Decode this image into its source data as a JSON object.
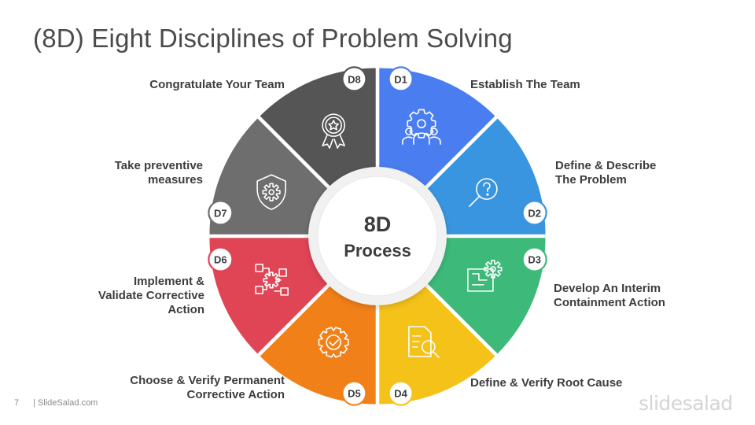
{
  "title": "(8D) Eight Disciplines of Problem Solving",
  "center": {
    "line1": "8D",
    "line2": "Process"
  },
  "steps": [
    {
      "code": "D1",
      "label_lines": [
        "Establish The Team"
      ],
      "color": "#4a7ef0",
      "icon": "team-gear-icon"
    },
    {
      "code": "D2",
      "label_lines": [
        "Define & Describe",
        "The Problem"
      ],
      "color": "#3a95e0",
      "icon": "magnifier-question-icon"
    },
    {
      "code": "D3",
      "label_lines": [
        "Develop  An Interim",
        "Containment Action"
      ],
      "color": "#3dba7a",
      "icon": "blueprint-gear-icon"
    },
    {
      "code": "D4",
      "label_lines": [
        "Define & Verify Root Cause"
      ],
      "color": "#f5c21a",
      "icon": "document-search-icon"
    },
    {
      "code": "D5",
      "label_lines": [
        "Choose & Verify Permanent",
        "Corrective Action"
      ],
      "color": "#f28019",
      "icon": "gear-check-icon"
    },
    {
      "code": "D6",
      "label_lines": [
        "Implement &",
        "Validate Corrective",
        "Action"
      ],
      "color": "#e04556",
      "icon": "workflow-icon"
    },
    {
      "code": "D7",
      "label_lines": [
        "Take preventive",
        "measures"
      ],
      "color": "#6e6e6e",
      "icon": "shield-gear-icon"
    },
    {
      "code": "D8",
      "label_lines": [
        "Congratulate Your Team"
      ],
      "color": "#555555",
      "icon": "award-star-icon"
    }
  ],
  "footer": {
    "page_number": "7",
    "site": "| SlideSalad.com"
  },
  "brand": "slidesalad"
}
